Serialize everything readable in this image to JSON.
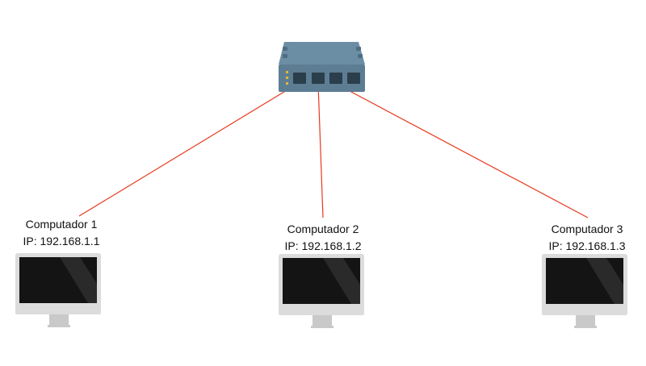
{
  "colors": {
    "link": "#e8391d",
    "switch_body": "#5d7d93",
    "switch_top": "#6c8ea5",
    "switch_face": "#4f6d82",
    "port": "#2b3e4c",
    "led": "#e8b634",
    "monitor_frame": "#dcdcdc",
    "screen": "#141414",
    "stand": "#c9c9c9"
  },
  "switch": {
    "icon": "network-switch-icon"
  },
  "computers": [
    {
      "name": "Computador 1",
      "ip": "IP: 192.168.1.1",
      "icon": "desktop-monitor-icon"
    },
    {
      "name": "Computador 2",
      "ip": "IP: 192.168.1.2",
      "icon": "desktop-monitor-icon"
    },
    {
      "name": "Computador 3",
      "ip": "IP: 192.168.1.3",
      "icon": "desktop-monitor-icon"
    }
  ],
  "links": [
    {
      "from": "switch",
      "to": "Computador 1"
    },
    {
      "from": "switch",
      "to": "Computador 2"
    },
    {
      "from": "switch",
      "to": "Computador 3"
    }
  ]
}
